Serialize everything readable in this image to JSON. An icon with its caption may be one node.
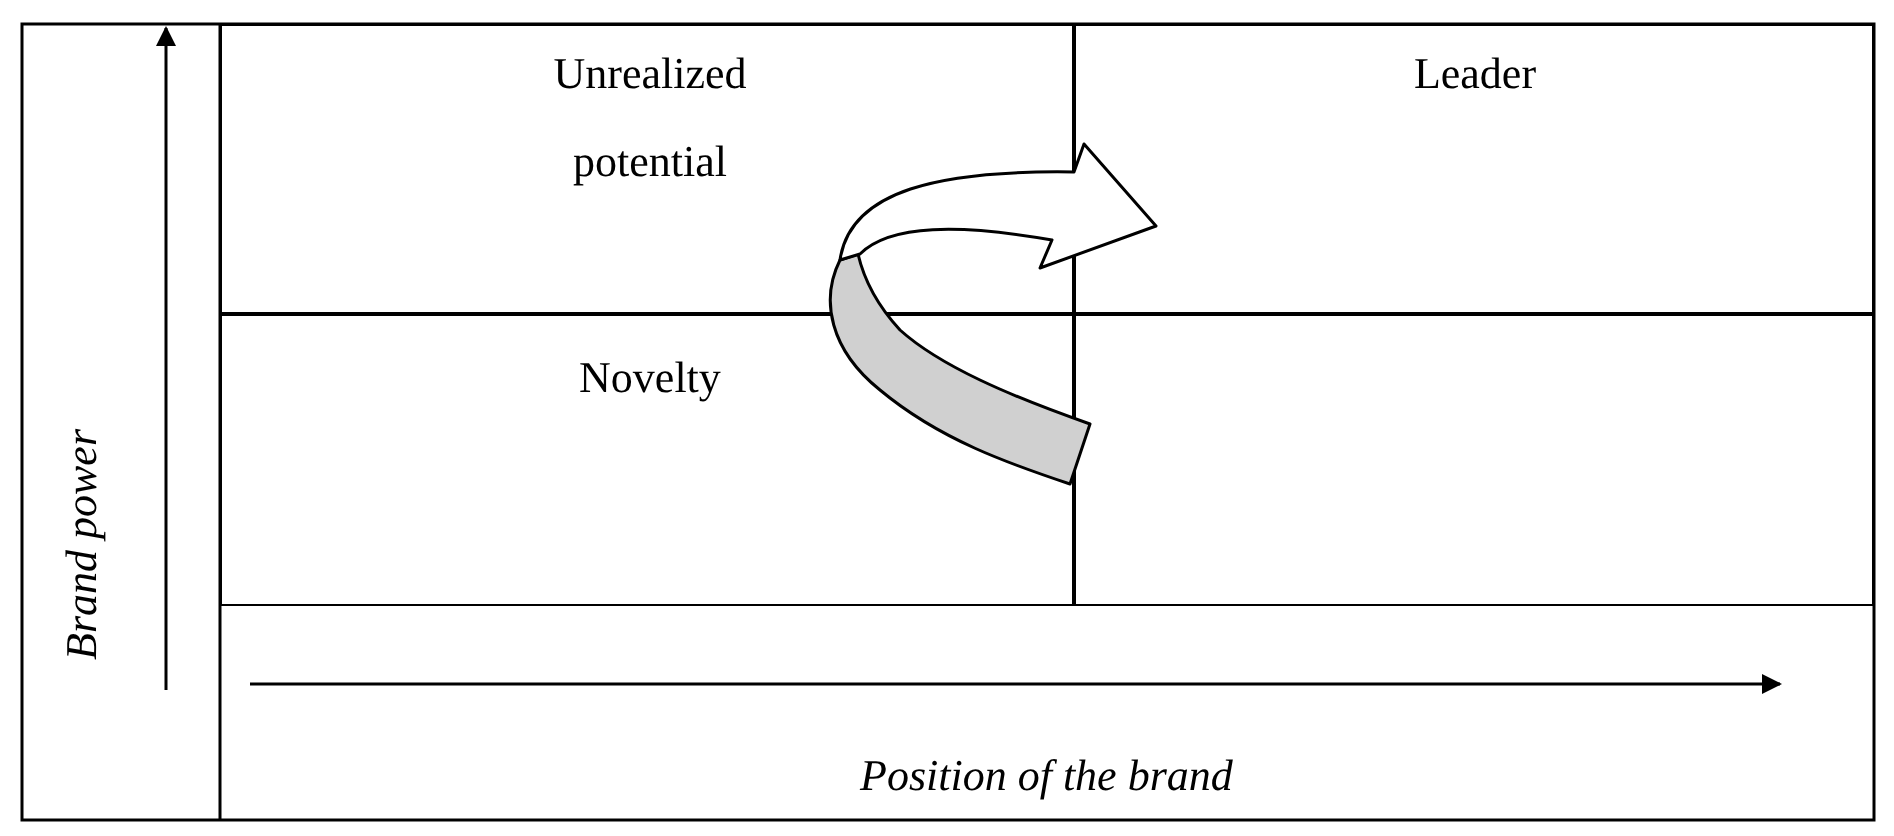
{
  "diagram": {
    "nodes": [
      {
        "text": [
          "Unrealized potential"
        ]
      },
      {
        "text": [
          "Leader"
        ]
      },
      {
        "text": [
          "Novelty"
        ]
      },
      {
        "text": [],
        "shape": "box"
      }
    ],
    "edges": [
      {
        "from": 2,
        "to": 1,
        "arrow": "to",
        "style": "thick"
      }
    ],
    "labels": [
      "Brand power",
      "Position of the brand"
    ]
  }
}
